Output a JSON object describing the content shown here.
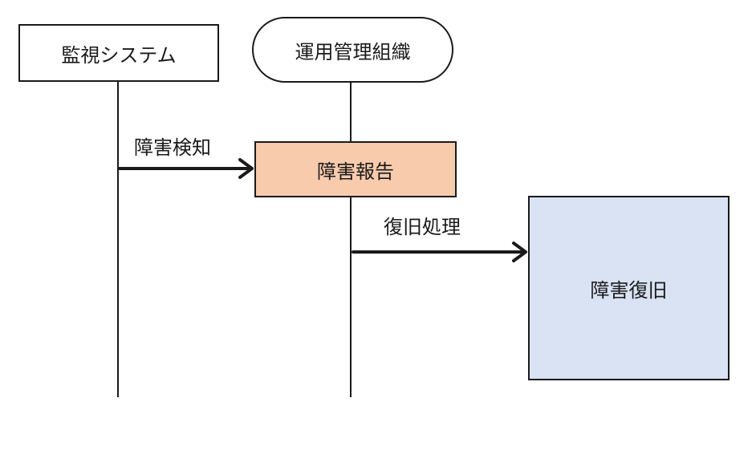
{
  "participants": {
    "monitoring_system": {
      "label": "監視システム"
    },
    "operations_org": {
      "label": "運用管理組織"
    }
  },
  "activations": {
    "incident_report": {
      "label": "障害報告",
      "fill": "#f8cbad"
    },
    "incident_recovery": {
      "label": "障害復旧",
      "fill": "#dae3f3"
    }
  },
  "messages": {
    "detection": {
      "label": "障害検知"
    },
    "recovery_process": {
      "label": "復旧処理"
    }
  }
}
